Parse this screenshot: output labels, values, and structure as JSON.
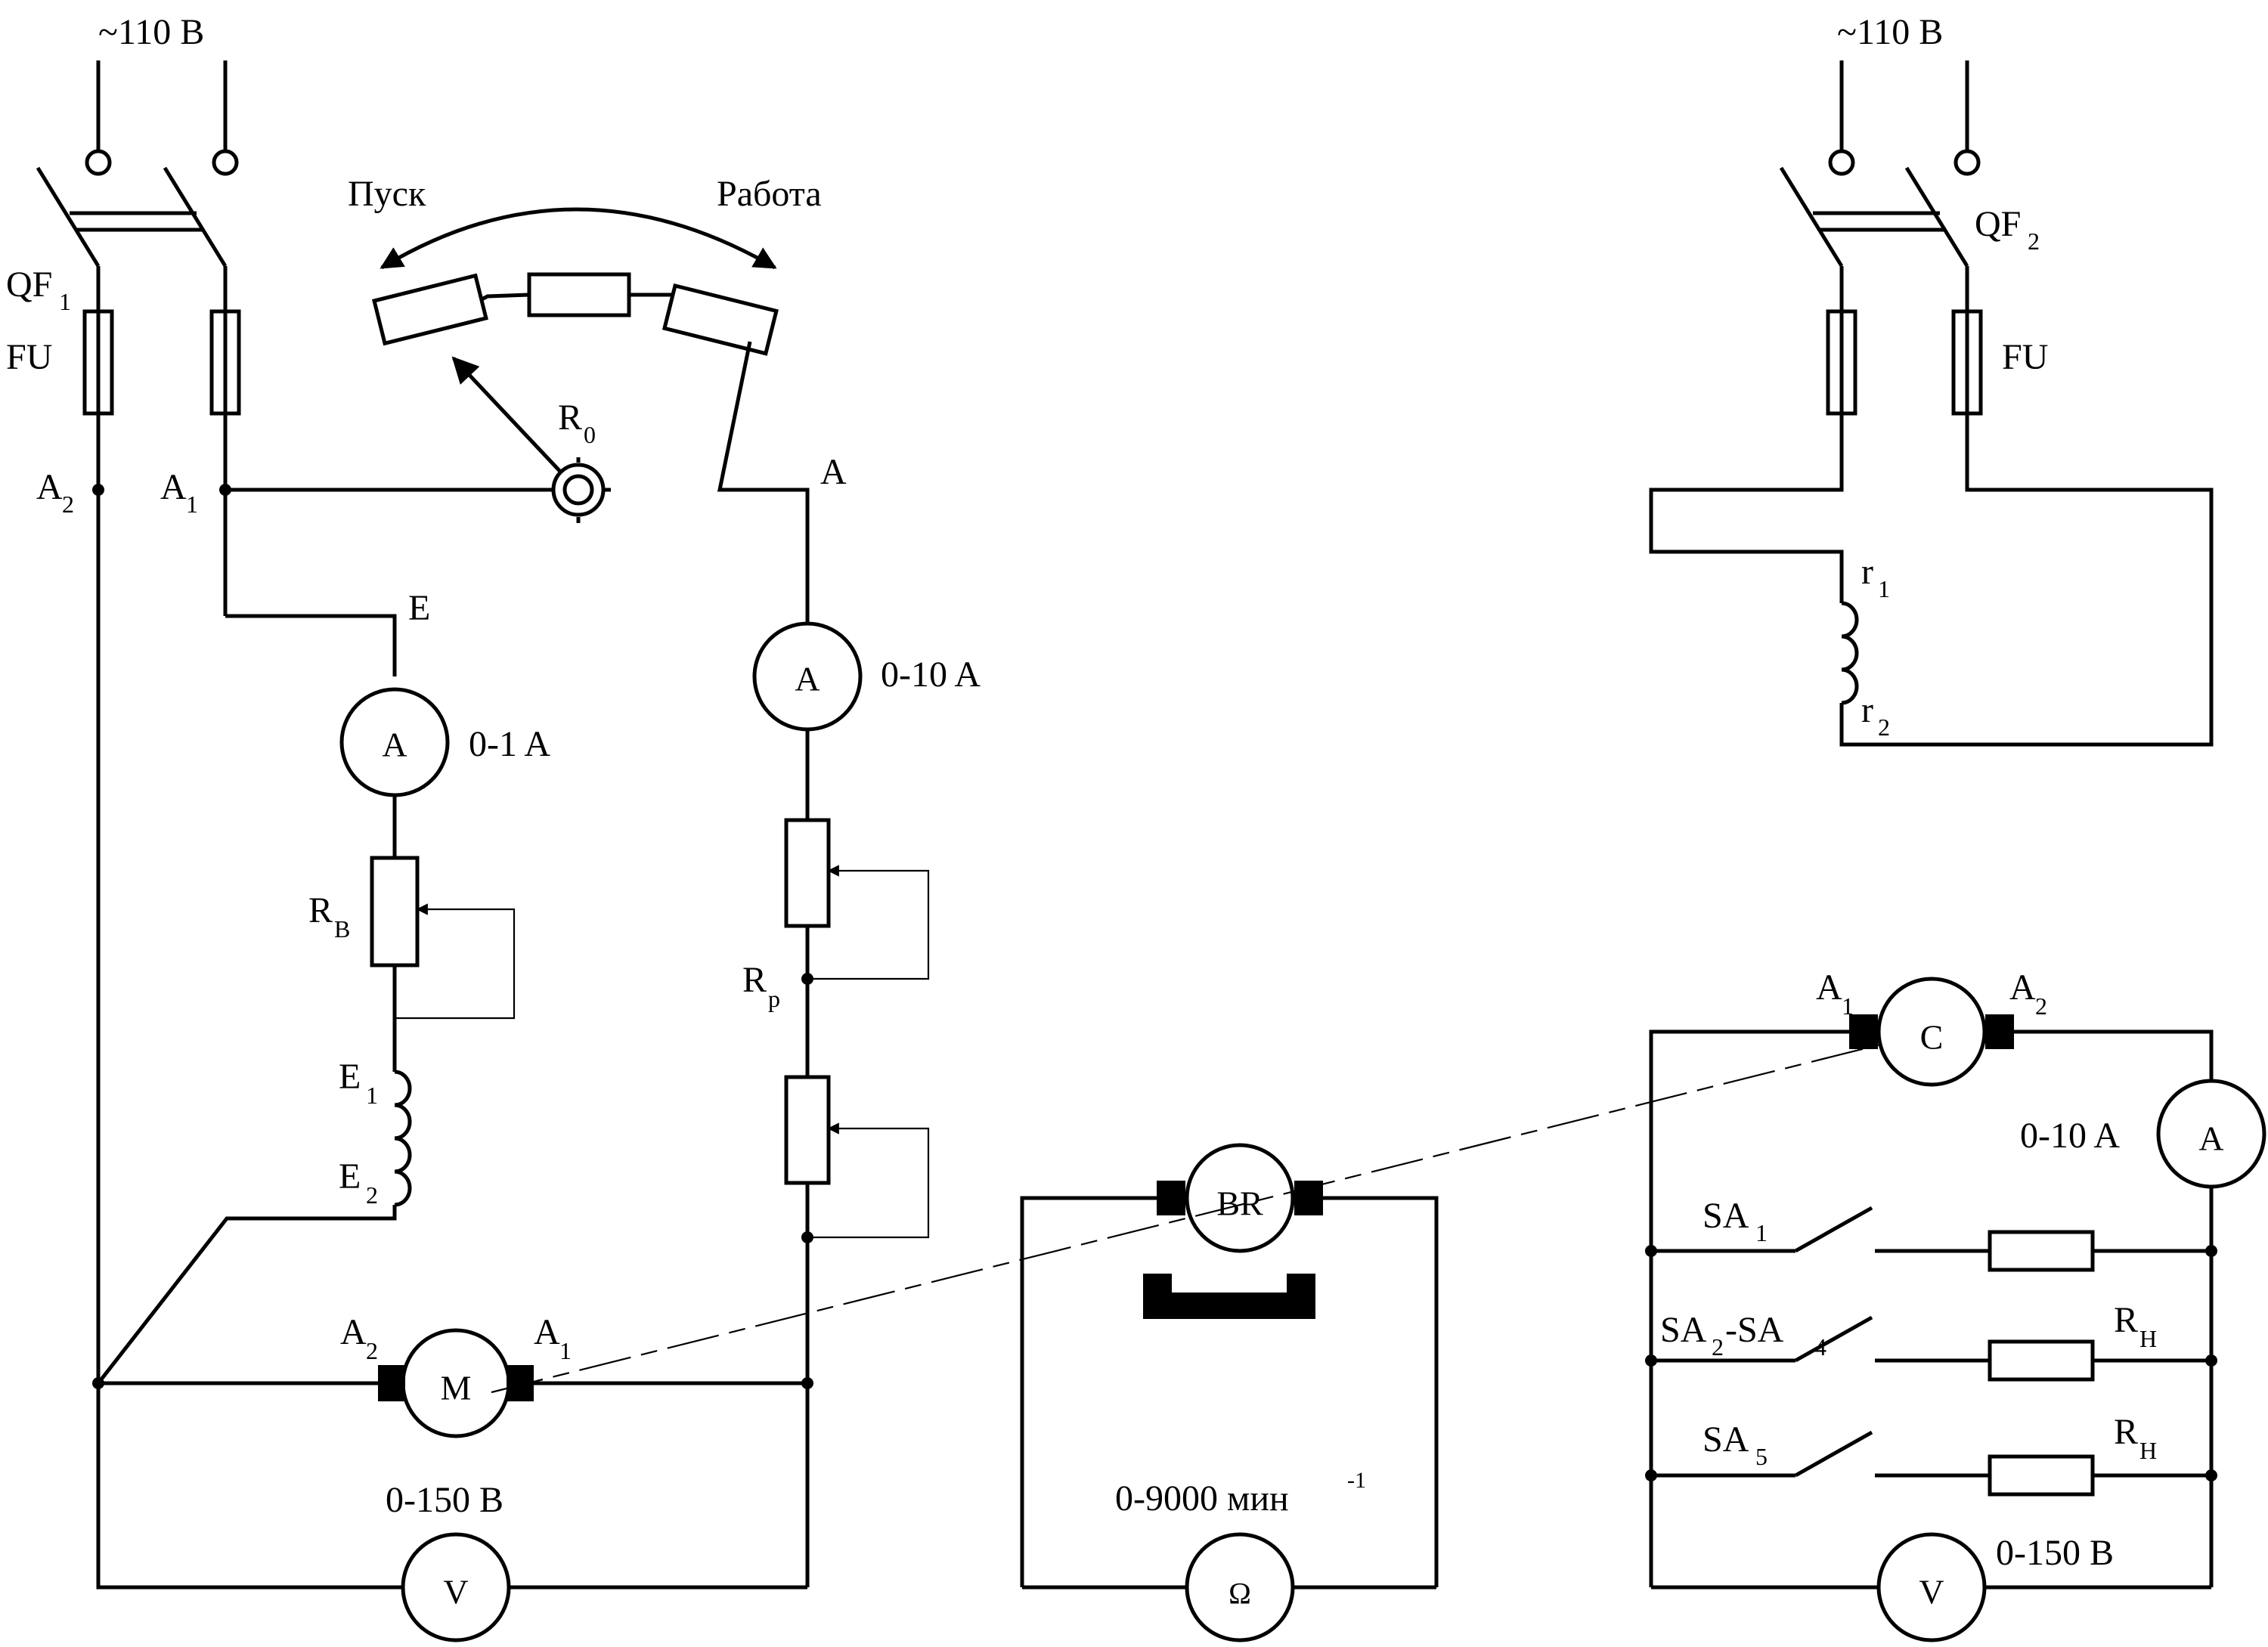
{
  "supply": {
    "left_voltage": "~110 В",
    "right_voltage": "~110 В"
  },
  "rheostat": {
    "start_label": "Пуск",
    "run_label": "Работа",
    "name": "R",
    "name_sub": "0"
  },
  "breakers": {
    "qf1": "QF",
    "qf1_sub": "1",
    "qf2": "QF",
    "qf2_sub": "2",
    "fu_left": "FU",
    "fu_right": "FU"
  },
  "nodes": {
    "a2": "A",
    "a2_sub": "2",
    "a1": "A",
    "a1_sub": "1",
    "a": "A",
    "e": "E",
    "e1": "E",
    "e1_sub": "1",
    "e2": "E",
    "e2_sub": "2"
  },
  "meters": {
    "field_ammeter_symbol": "A",
    "field_ammeter_range": "0-1 A",
    "armature_ammeter_symbol": "A",
    "armature_ammeter_range": "0-10 A",
    "motor_voltmeter_symbol": "V",
    "motor_voltmeter_range": "0-150 В",
    "tacho_symbol": "Ω",
    "tacho_range": "0-9000 мин",
    "tacho_range_sup": "-1",
    "gen_ammeter_symbol": "A",
    "gen_ammeter_range": "0-10 A",
    "gen_voltmeter_symbol": "V",
    "gen_voltmeter_range": "0-150 В"
  },
  "resistors": {
    "rb": "R",
    "rb_sub": "B",
    "rp": "R",
    "rp_sub": "p",
    "rh1": "R",
    "rh1_sub": "Н",
    "rh2": "R",
    "rh2_sub": "Н"
  },
  "machines": {
    "motor": "M",
    "motor_a2": "A",
    "motor_a2_sub": "2",
    "motor_a1": "A",
    "motor_a1_sub": "1",
    "tacho_gen": "BR",
    "generator": "C",
    "gen_a1": "A",
    "gen_a1_sub": "1",
    "gen_a2": "A",
    "gen_a2_sub": "2"
  },
  "switches": {
    "sa1": "SA",
    "sa1_sub": "1",
    "sa2": "SA",
    "sa2_sub": "2",
    "sa2_dash": "-SA",
    "sa4_sub": "4",
    "sa5": "SA",
    "sa5_sub": "5"
  },
  "winding": {
    "r1": "r",
    "r1_sub": "1",
    "r2": "r",
    "r2_sub": "2"
  }
}
